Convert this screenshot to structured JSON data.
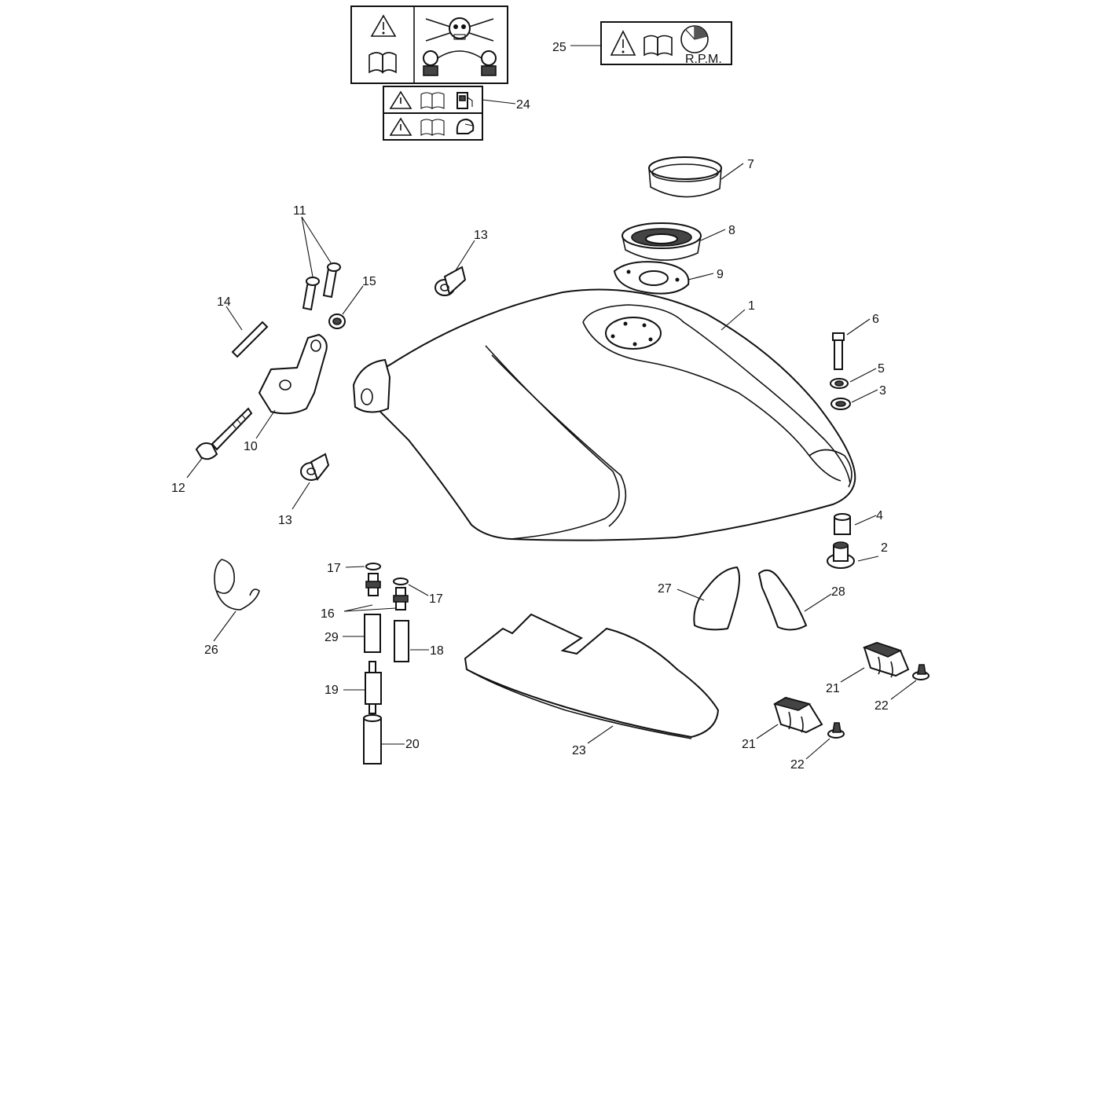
{
  "callouts": [
    "1",
    "2",
    "3",
    "4",
    "5",
    "6",
    "7",
    "8",
    "9",
    "10",
    "11",
    "12",
    "13",
    "13",
    "14",
    "15",
    "16",
    "17",
    "17",
    "18",
    "19",
    "20",
    "21",
    "21",
    "22",
    "22",
    "23",
    "24",
    "25",
    "26",
    "27",
    "28",
    "29"
  ],
  "labels": {
    "rpm_text": "R.P.M."
  },
  "icons": [
    "warning-triangle-icon",
    "manual-book-icon",
    "fuel-pump-icon",
    "helmet-icon",
    "rpm-gauge-icon",
    "skull-crossbones-icon"
  ]
}
